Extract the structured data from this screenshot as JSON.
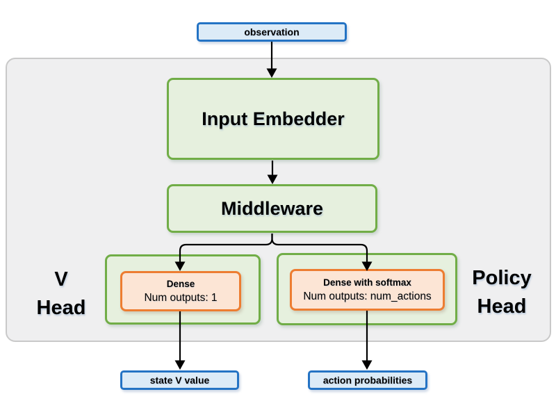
{
  "nodes": {
    "observation": "observation",
    "input_embedder": "Input Embedder",
    "middleware": "Middleware",
    "v_head": {
      "label_line1": "V",
      "label_line2": "Head",
      "layer_title": "Dense",
      "layer_subtitle": "Num outputs: 1"
    },
    "policy_head": {
      "label_line1": "Policy",
      "label_line2": "Head",
      "layer_title": "Dense with softmax",
      "layer_subtitle": "Num outputs: num_actions"
    },
    "state_v_value": "state V value",
    "action_probabilities": "action probabilities"
  },
  "colors": {
    "io_fill": "#dcebf7",
    "io_border": "#2473c4",
    "module_fill": "#e6f0de",
    "module_border": "#71ad47",
    "layer_fill": "#fce5d5",
    "layer_border": "#ed7d31",
    "container_fill": "#efeff0",
    "container_border": "#c9c9c9",
    "arrow": "#000000"
  }
}
